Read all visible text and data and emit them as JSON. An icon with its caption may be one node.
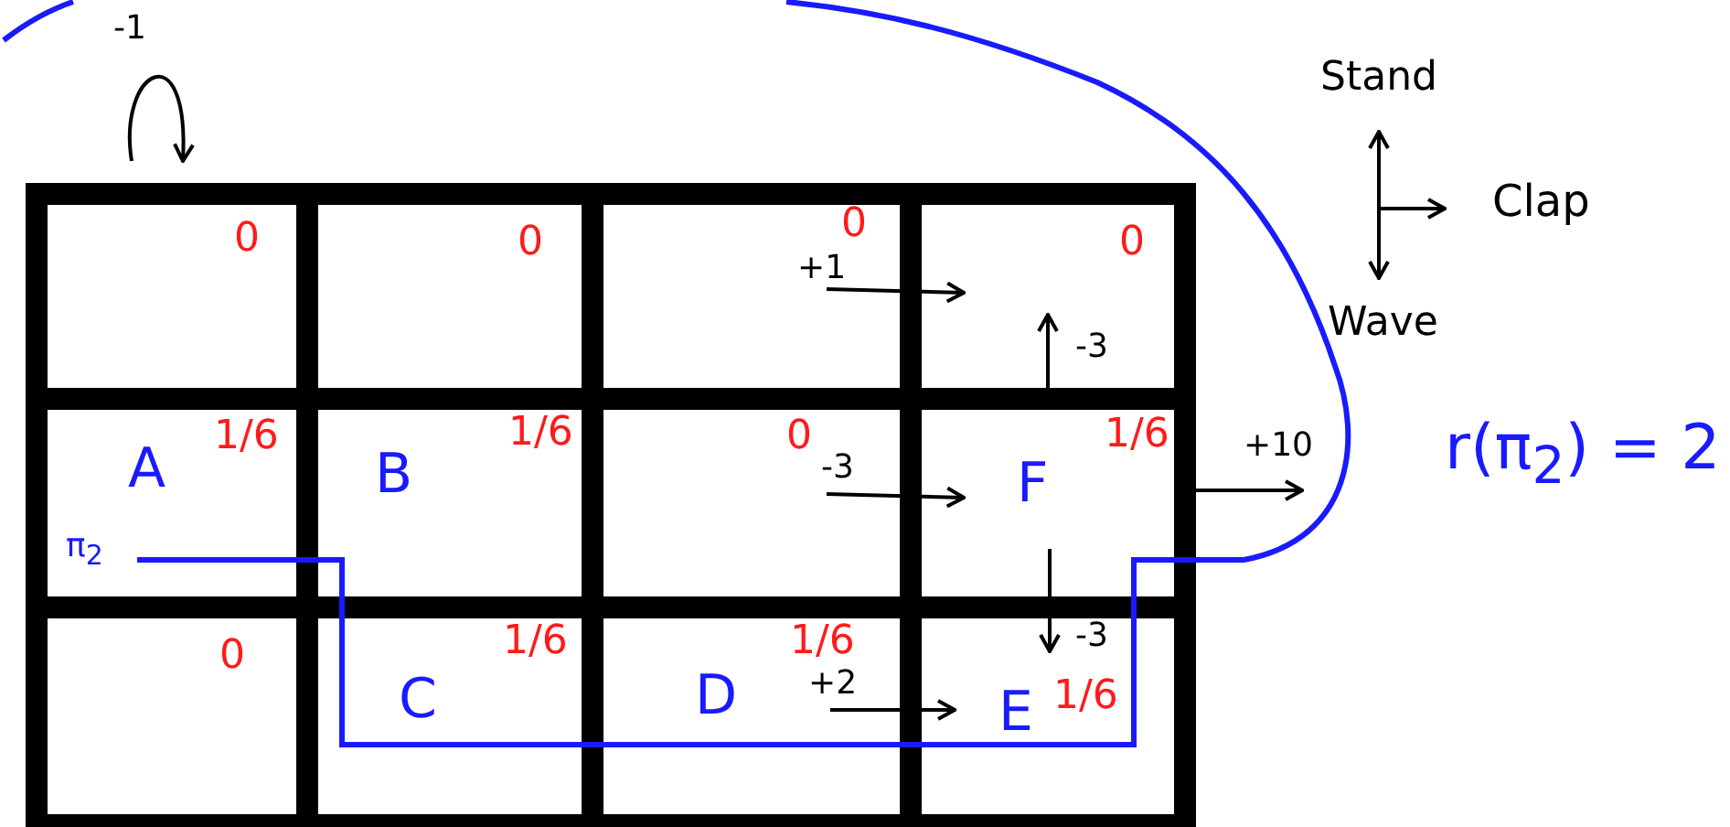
{
  "diagram": {
    "nodes": [
      {
        "text": [
          "0"
        ]
      },
      {
        "text": [
          "0"
        ]
      },
      {
        "text": [
          "0"
        ]
      },
      {
        "text": [
          "0"
        ]
      },
      {
        "text": [
          "A",
          "1/6"
        ]
      },
      {
        "text": [
          "B",
          "1/6"
        ]
      },
      {
        "text": [
          "0"
        ]
      },
      {
        "text": [
          "F",
          "1/6"
        ]
      },
      {
        "text": [
          "0"
        ]
      },
      {
        "text": [
          "C",
          "1/6"
        ]
      },
      {
        "text": [
          "D",
          "1/6"
        ]
      },
      {
        "text": [
          "E",
          "1/6"
        ]
      }
    ],
    "edges": [
      {
        "from": 0,
        "to": 0,
        "arrow": "to",
        "label": "-1"
      },
      {
        "from": 2,
        "to": 3,
        "arrow": "to",
        "label": "+1"
      },
      {
        "from": 7,
        "to": 3,
        "arrow": "to",
        "label": "-3"
      },
      {
        "from": 6,
        "to": 7,
        "arrow": "to",
        "label": "-3"
      },
      {
        "from": 7,
        "to": null,
        "arrow": "to",
        "label": "+10"
      },
      {
        "from": 7,
        "to": 11,
        "arrow": "to",
        "label": "-3"
      },
      {
        "from": 10,
        "to": 11,
        "arrow": "to",
        "label": "+2"
      }
    ],
    "labels": [
      "Stand",
      "Clap",
      "Wave",
      "r(π$_{2}$) = 2",
      "π$_{2}$"
    ]
  }
}
